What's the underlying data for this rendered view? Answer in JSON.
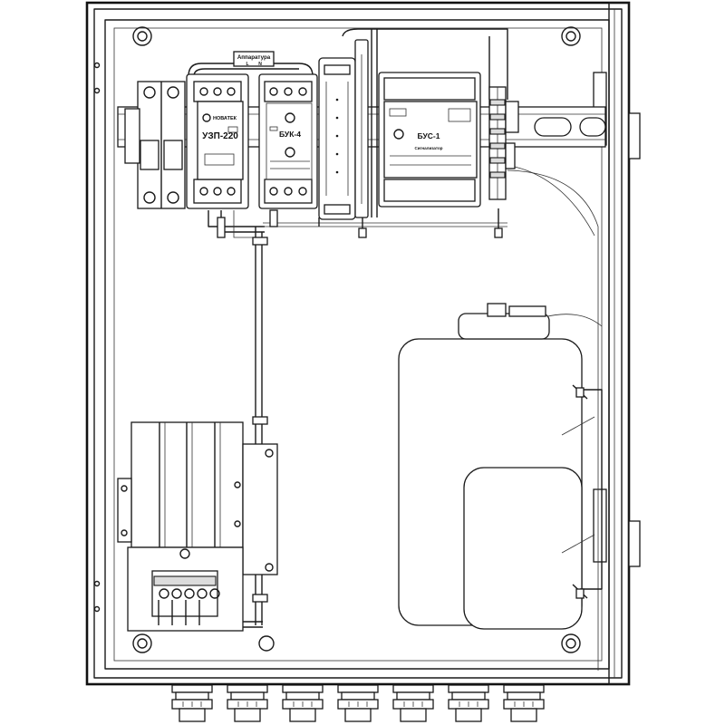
{
  "title_bar_label": "Аппаратура",
  "title_bar_terminals": [
    "L",
    "N"
  ],
  "modules": {
    "uzp": {
      "brand": "НОВАТЕК",
      "model": "УЗП-220"
    },
    "buk": {
      "model": "БУК-4"
    },
    "bus": {
      "model": "БУС-1",
      "subtitle": "Сигнализатор"
    }
  },
  "cable_gland_count": 7
}
